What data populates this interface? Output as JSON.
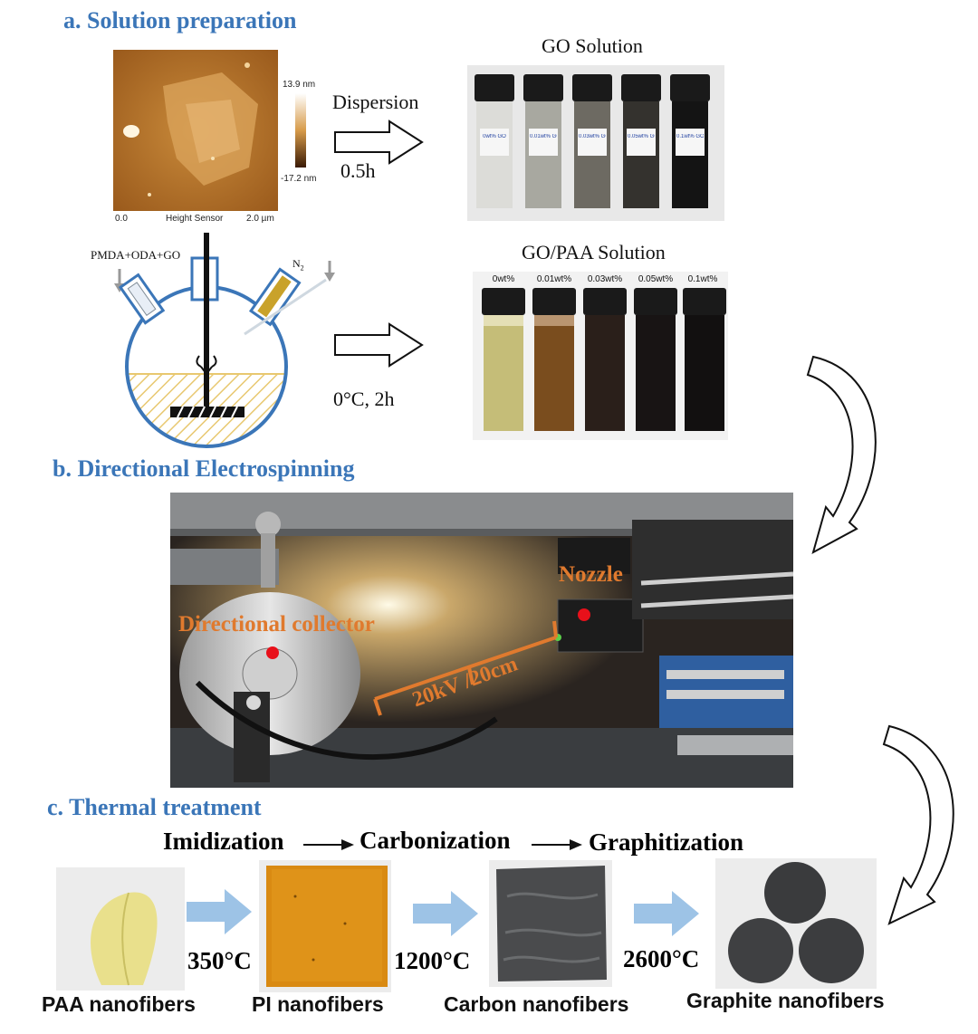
{
  "section_a": {
    "title": "a. Solution preparation",
    "afm": {
      "scale_max": "13.9 nm",
      "scale_min": "-17.2 nm",
      "axis_start": "0.0",
      "axis_label": "Height Sensor",
      "axis_end": "2.0 µm"
    },
    "arrow1": {
      "top": "Dispersion",
      "bottom": "0.5h"
    },
    "go_solution": {
      "title": "GO Solution",
      "vial_labels": [
        "0wt% GO",
        "0.01wt% GO",
        "0.03wt% GO",
        "0.05wt% GO",
        "0.1wt% GO"
      ]
    },
    "flask": {
      "reagents": "PMDA+ODA+GO",
      "gas": "N",
      "gas_sub": "2"
    },
    "arrow2": {
      "bottom": "0°C, 2h"
    },
    "go_paa_solution": {
      "title": "GO/PAA Solution",
      "vial_labels": [
        "0wt%",
        "0.01wt%",
        "0.03wt%",
        "0.05wt%",
        "0.1wt%"
      ]
    }
  },
  "section_b": {
    "title": "b. Directional Electrospinning",
    "nozzle_label": "Nozzle",
    "collector_label": "Directional collector",
    "distance_label": "20kV /20cm"
  },
  "section_c": {
    "title": "c. Thermal treatment",
    "steps": [
      "Imidization",
      "Carbonization",
      "Graphitization"
    ],
    "temperatures": [
      "350°C",
      "1200°C",
      "2600°C"
    ],
    "products": [
      "PAA nanofibers",
      "PI nanofibers",
      "Carbon nanofibers",
      "Graphite nanofibers"
    ]
  },
  "colors": {
    "section_title": "#3b76b8",
    "flow_arrow": "#9dc3e6",
    "photo_annotation": "#e07a2e",
    "marker": "#e8101a",
    "flask_outline": "#3b76b8",
    "solution_hatch": "#e8c870"
  }
}
